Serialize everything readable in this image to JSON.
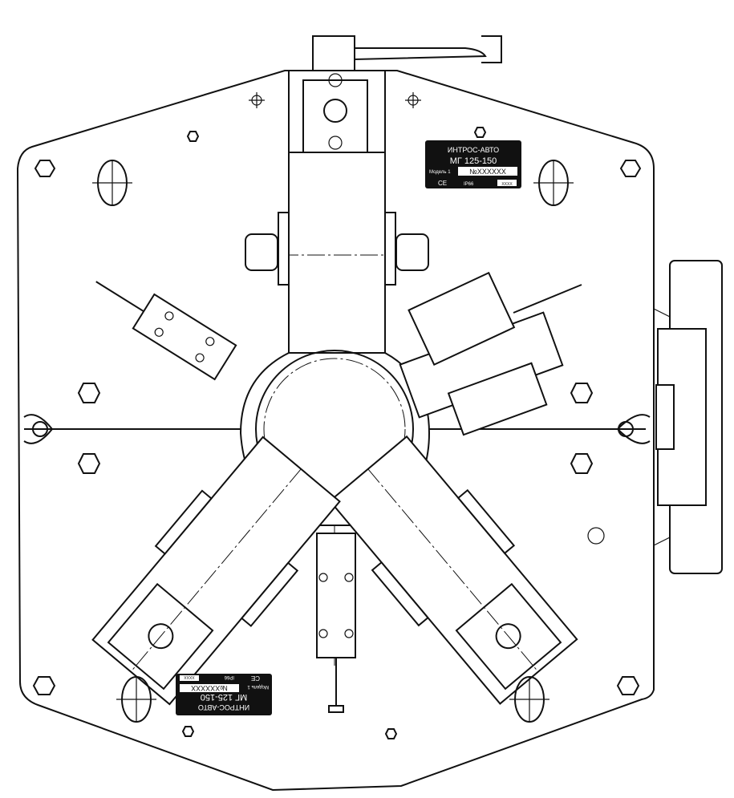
{
  "drawing": {
    "title": "Magnetic pipe clamp assembly — top view",
    "nameplate_top": {
      "company": "ИНТРОС-АВТО",
      "model": "МГ 125-150",
      "label": "Модель 1",
      "serial": "№XXXXXX",
      "ce": "CE",
      "protection": "IP66",
      "badge": "XXXX"
    },
    "nameplate_bottom": {
      "company": "ИНТРОС-АВТО",
      "model": "МГ 125-150",
      "label": "Модель 1",
      "serial": "№XXXXXX",
      "ce": "CE",
      "protection": "IP66",
      "badge": "XXXX"
    }
  }
}
